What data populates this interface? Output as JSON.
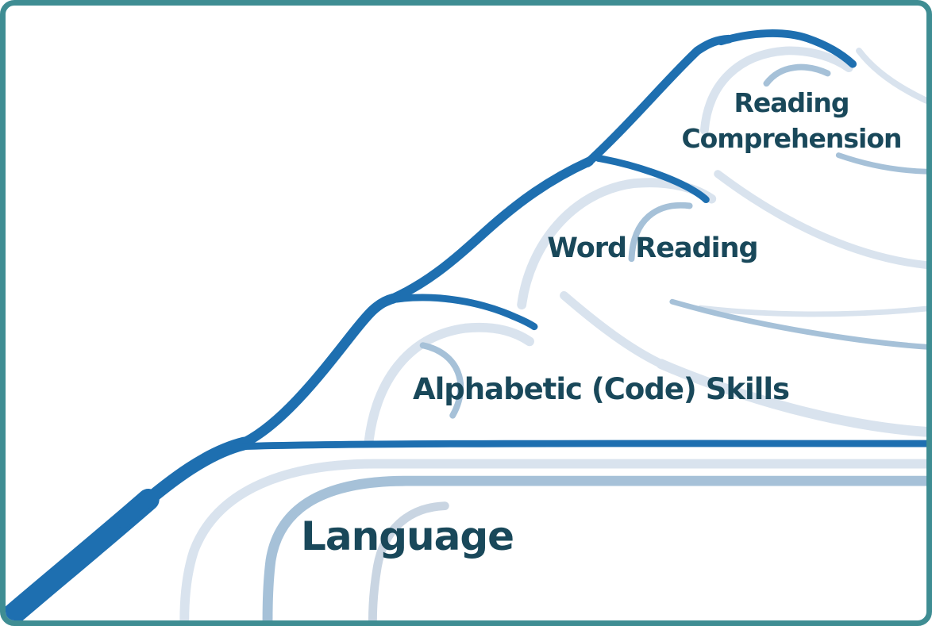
{
  "frame": {
    "type": "rounded-panel",
    "border_color": "#3f8d93",
    "background_color": "#ffffff"
  },
  "colors": {
    "wave_blue": "#1e6fb0",
    "foam_light": "#d9e3ee",
    "foam_mid": "#a6c1d8",
    "foam_soft": "#c9d5e2",
    "label_text": "#19485a"
  },
  "diagram": {
    "kind": "wave-progression-illustration",
    "labels": {
      "reading_comprehension": "Reading\nComprehension",
      "word_reading": "Word Reading",
      "alphabetic_skills": "Alphabetic (Code) Skills",
      "language": "Language"
    }
  }
}
